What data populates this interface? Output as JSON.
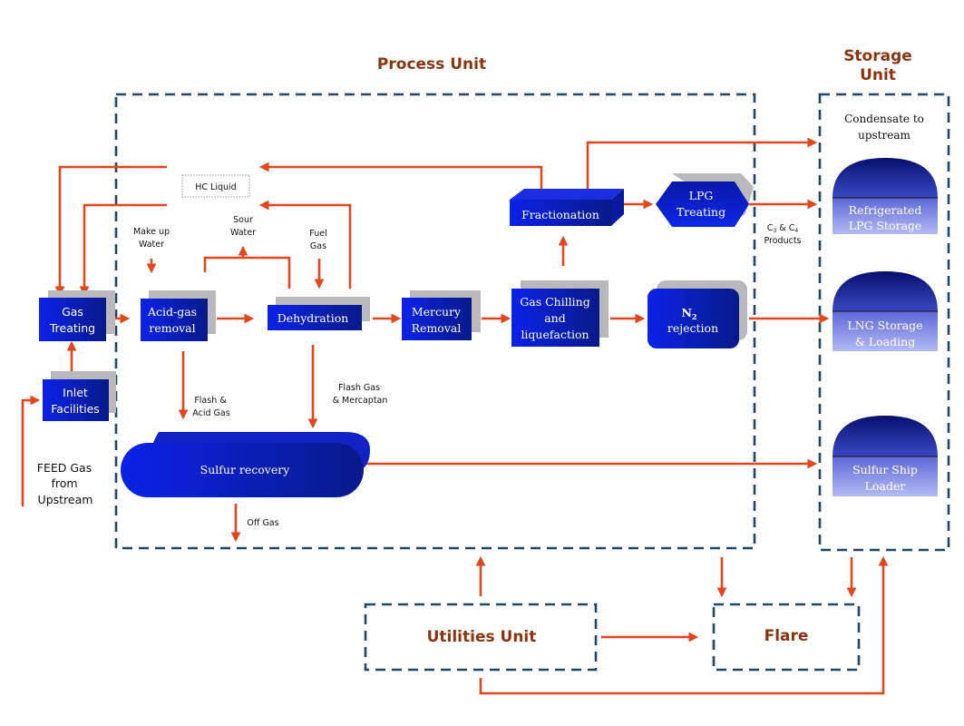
{
  "units": {
    "process": "Process Unit",
    "storage_line1": "Storage",
    "storage_line2": "Unit",
    "utilities": "Utilities Unit",
    "flare": "Flare"
  },
  "process_blocks": {
    "gas_treating": [
      "Gas",
      "Treating"
    ],
    "inlet_facilities": [
      "Inlet",
      "Facilities"
    ],
    "acid_gas_removal": [
      "Acid-gas",
      "removal"
    ],
    "dehydration": "Dehydration",
    "mercury_removal": [
      "Mercury",
      "Removal"
    ],
    "gas_chilling": [
      "Gas Chilling",
      "and",
      "liquefaction"
    ],
    "fractionation": "Fractionation",
    "lpg_treating": [
      "LPG",
      "Treating"
    ],
    "n2_rejection": [
      "N",
      "2",
      "rejection"
    ],
    "sulfur_recovery": "Sulfur recovery"
  },
  "storage_tanks": {
    "lpg": [
      "Refrigerated",
      "LPG Storage"
    ],
    "lng": [
      "LNG Storage",
      "& Loading"
    ],
    "sulfur": [
      "Sulfur Ship",
      "Loader"
    ]
  },
  "stream_labels": {
    "hc_liquid": "HC Liquid",
    "makeup_water": [
      "Make up",
      "Water"
    ],
    "sour_water": [
      "Sour",
      "Water"
    ],
    "fuel_gas": [
      "Fuel",
      "Gas"
    ],
    "flash_acid_gas": [
      "Flash &",
      "Acid Gas"
    ],
    "flash_mercaptan": [
      "Flash Gas",
      "& Mercaptan"
    ],
    "off_gas": "Off Gas",
    "c3c4_products": [
      "C",
      "3",
      " & C",
      "4",
      "Products"
    ],
    "condensate": [
      "Condensate to",
      "upstream"
    ],
    "feed_gas": [
      "FEED Gas",
      "from",
      "Upstream"
    ]
  },
  "colors": {
    "flow_arrow": "#e2461d",
    "boundary": "#1f4766",
    "block_blue": "#0a1fd6",
    "block_shadow": "#b9b9bd",
    "title_brown": "#8b3510"
  }
}
